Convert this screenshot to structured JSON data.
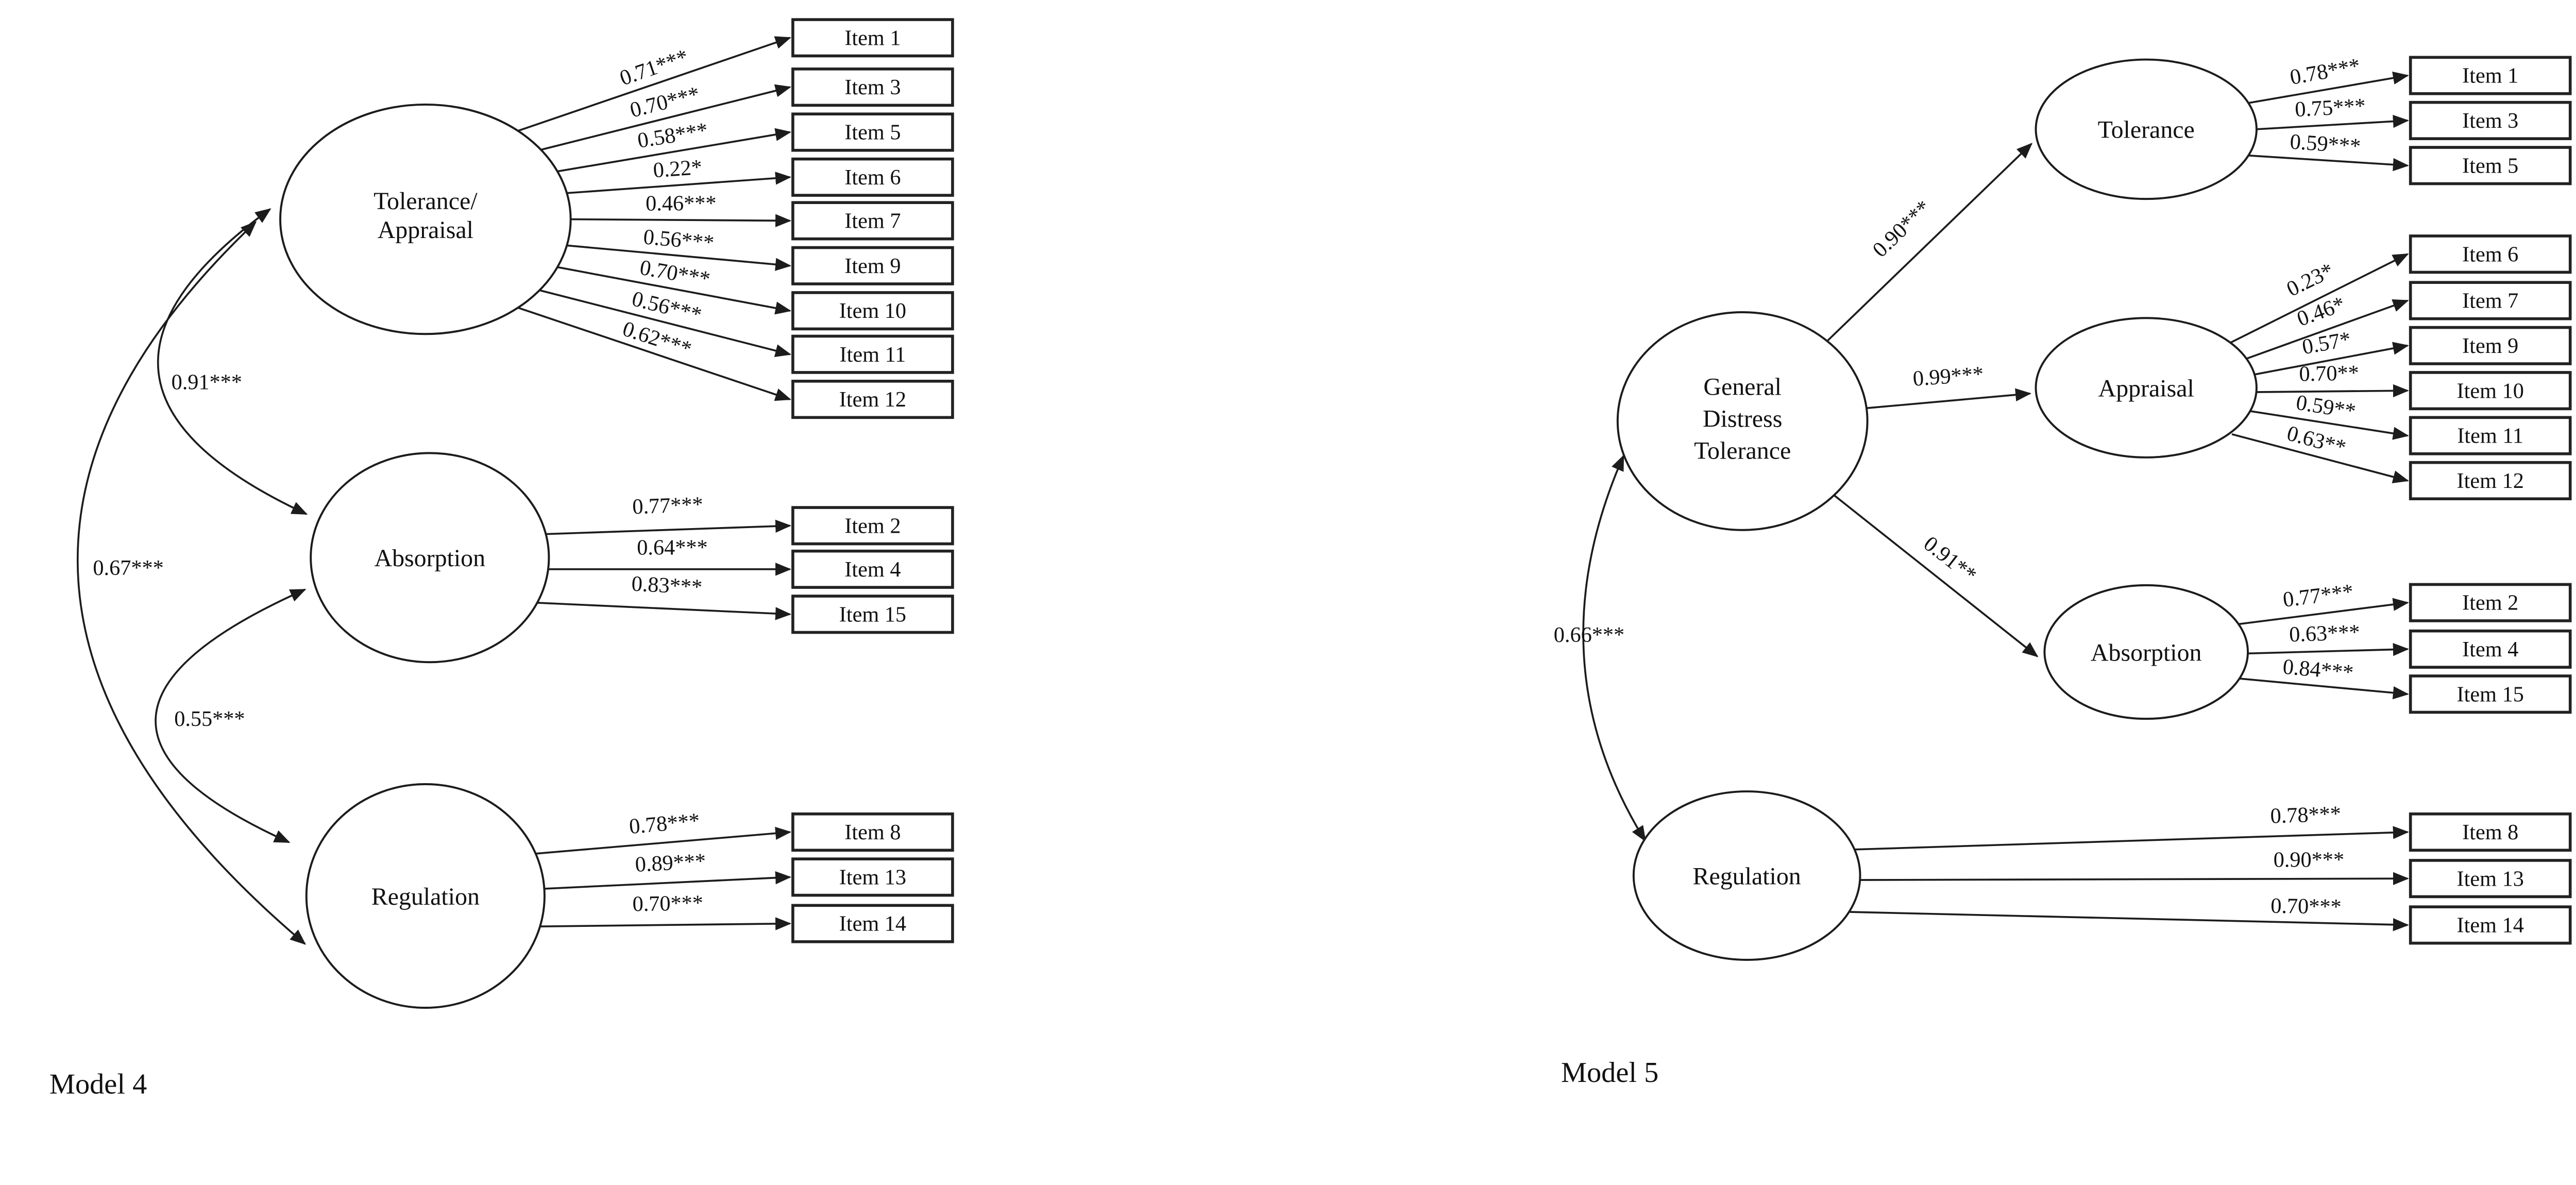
{
  "colors": {
    "ink": "#1c1c1c",
    "background": "#ffffff"
  },
  "model4": {
    "caption": "Model 4",
    "factors": {
      "tolerance_appraisal": {
        "line1": "Tolerance/",
        "line2": "Appraisal"
      },
      "absorption": "Absorption",
      "regulation": "Regulation"
    },
    "correlations": {
      "ta_absorption": "0.91***",
      "ta_regulation": "0.67***",
      "absorption_regulation": "0.55***"
    },
    "loadings": {
      "tolerance_appraisal": [
        {
          "item": "Item 1",
          "value": "0.71***"
        },
        {
          "item": "Item 3",
          "value": "0.70***"
        },
        {
          "item": "Item 5",
          "value": "0.58***"
        },
        {
          "item": "Item 6",
          "value": "0.22*"
        },
        {
          "item": "Item 7",
          "value": "0.46***"
        },
        {
          "item": "Item 9",
          "value": "0.56***"
        },
        {
          "item": "Item 10",
          "value": "0.70***"
        },
        {
          "item": "Item 11",
          "value": "0.56***"
        },
        {
          "item": "Item 12",
          "value": "0.62***"
        }
      ],
      "absorption": [
        {
          "item": "Item 2",
          "value": "0.77***"
        },
        {
          "item": "Item 4",
          "value": "0.64***"
        },
        {
          "item": "Item 15",
          "value": "0.83***"
        }
      ],
      "regulation": [
        {
          "item": "Item 8",
          "value": "0.78***"
        },
        {
          "item": "Item 13",
          "value": "0.89***"
        },
        {
          "item": "Item 14",
          "value": "0.70***"
        }
      ]
    }
  },
  "model5": {
    "caption": "Model 5",
    "factors": {
      "gdt": {
        "line1": "General",
        "line2": "Distress",
        "line3": "Tolerance"
      },
      "tolerance": "Tolerance",
      "appraisal": "Appraisal",
      "absorption": "Absorption",
      "regulation": "Regulation"
    },
    "paths": {
      "gdt_tolerance": "0.90***",
      "gdt_appraisal": "0.99***",
      "gdt_absorption": "0.91**"
    },
    "correlations": {
      "gdt_regulation": "0.66***"
    },
    "loadings": {
      "tolerance": [
        {
          "item": "Item 1",
          "value": "0.78***"
        },
        {
          "item": "Item 3",
          "value": "0.75***"
        },
        {
          "item": "Item 5",
          "value": "0.59***"
        }
      ],
      "appraisal": [
        {
          "item": "Item 6",
          "value": "0.23*"
        },
        {
          "item": "Item 7",
          "value": "0.46*"
        },
        {
          "item": "Item 9",
          "value": "0.57*"
        },
        {
          "item": "Item 10",
          "value": "0.70**"
        },
        {
          "item": "Item 11",
          "value": "0.59**"
        },
        {
          "item": "Item 12",
          "value": "0.63**"
        }
      ],
      "absorption": [
        {
          "item": "Item 2",
          "value": "0.77***"
        },
        {
          "item": "Item 4",
          "value": "0.63***"
        },
        {
          "item": "Item 15",
          "value": "0.84***"
        }
      ],
      "regulation": [
        {
          "item": "Item 8",
          "value": "0.78***"
        },
        {
          "item": "Item 13",
          "value": "0.90***"
        },
        {
          "item": "Item 14",
          "value": "0.70***"
        }
      ]
    }
  }
}
